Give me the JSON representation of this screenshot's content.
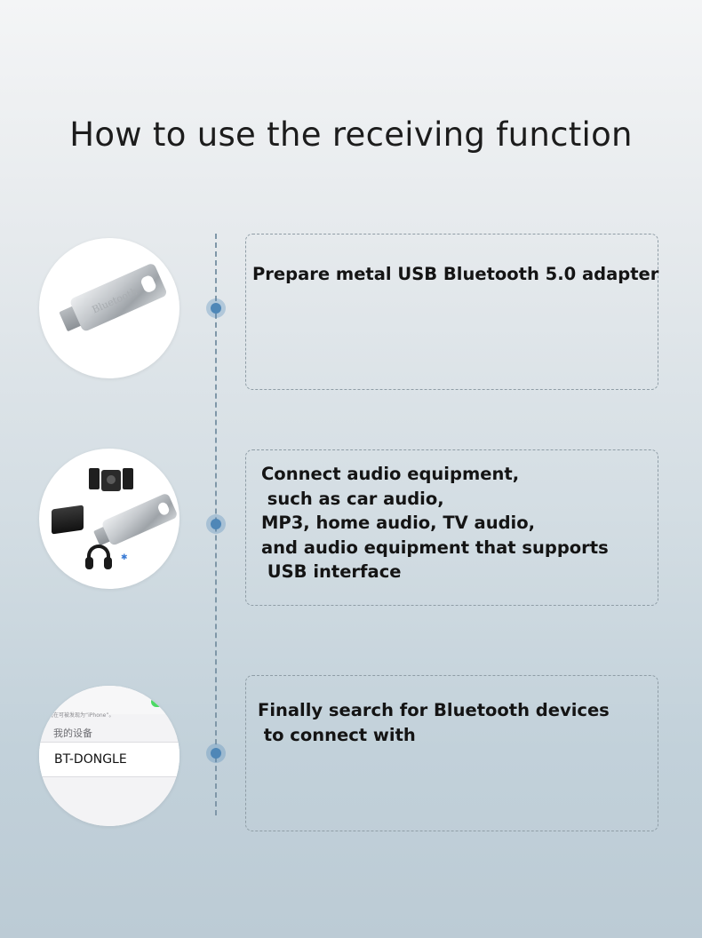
{
  "title": "How to use the receiving function",
  "steps": [
    {
      "text": "Prepare metal USB Bluetooth 5.0 adapter",
      "image": "usb-adapter"
    },
    {
      "text": "Connect audio equipment,\n such as car audio,\nMP3, home audio, TV audio,\nand audio equipment that supports\n USB interface",
      "image": "audio-equipment"
    },
    {
      "text": "Finally search for Bluetooth devices\n to connect with",
      "image": "bluetooth-settings"
    }
  ],
  "usb_engraving": "Bluetooth",
  "phone_screen": {
    "hint": "现在可被发现为“iPhone”。",
    "section": "我的设备",
    "device": "BT-DONGLE"
  },
  "colors": {
    "dot": "#4f87b7",
    "timeline": "#7f97a8",
    "card_border": "#8f9da6"
  }
}
